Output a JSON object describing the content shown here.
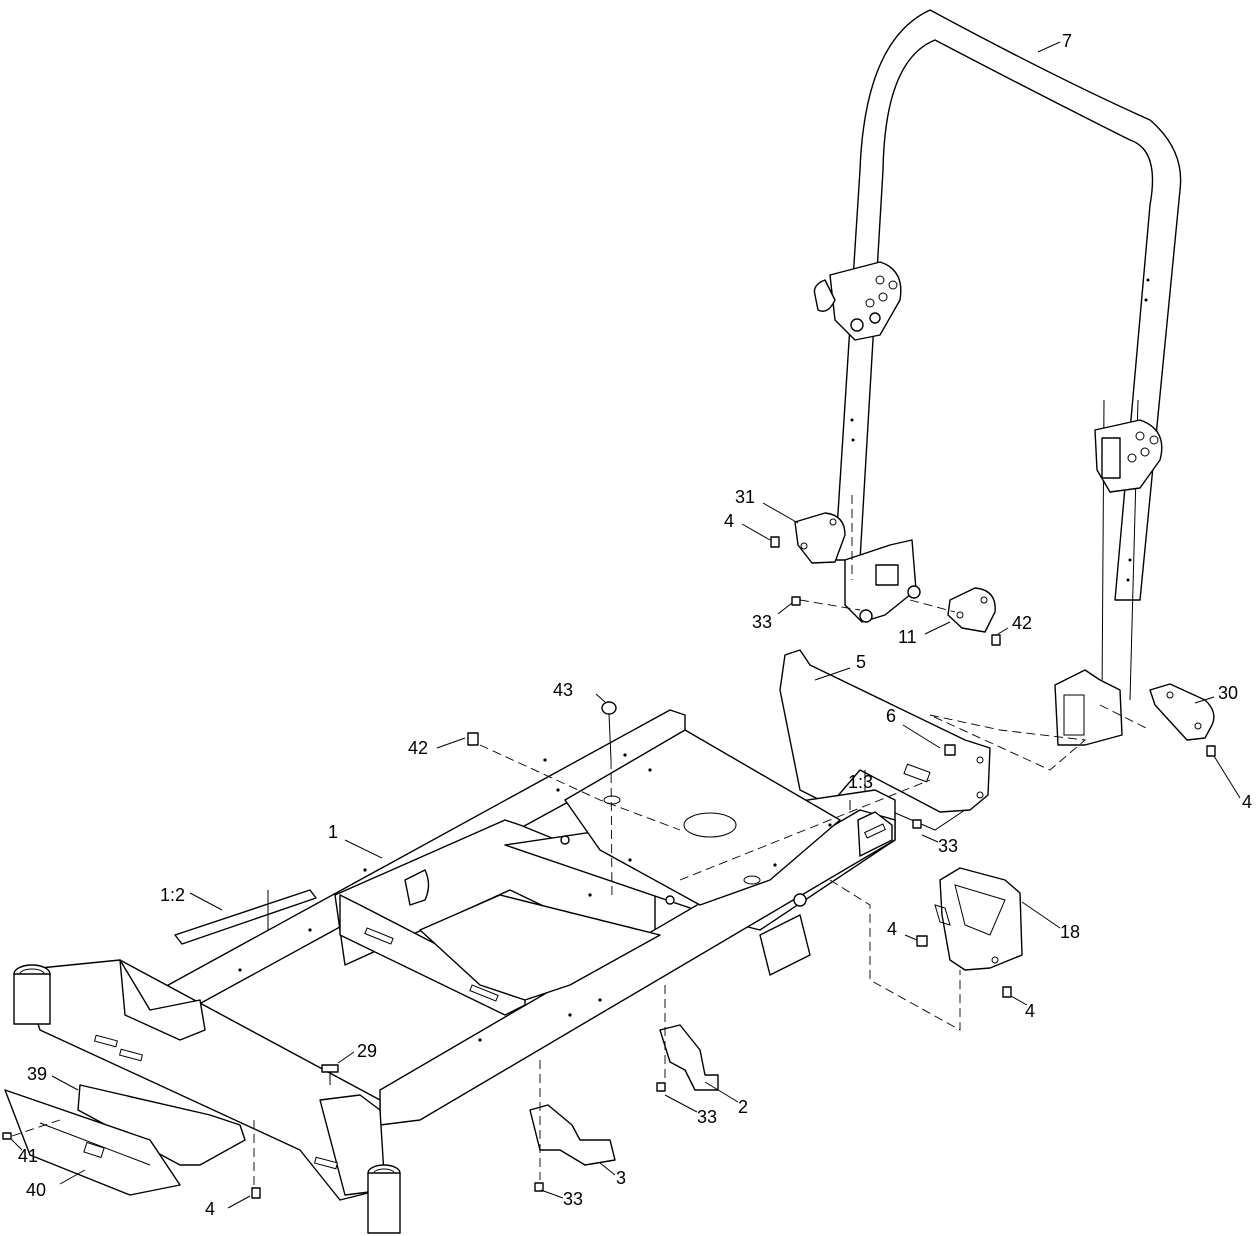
{
  "colors": {
    "line": "#000000",
    "background": "#ffffff"
  },
  "callouts": [
    {
      "id": "c7",
      "text": "7"
    },
    {
      "id": "c31",
      "text": "31"
    },
    {
      "id": "c4a",
      "text": "4"
    },
    {
      "id": "c33a",
      "text": "33"
    },
    {
      "id": "c11",
      "text": "11"
    },
    {
      "id": "c42a",
      "text": "42"
    },
    {
      "id": "c5",
      "text": "5"
    },
    {
      "id": "c6",
      "text": "6"
    },
    {
      "id": "c30",
      "text": "30"
    },
    {
      "id": "c4b",
      "text": "4"
    },
    {
      "id": "c43",
      "text": "43"
    },
    {
      "id": "c42b",
      "text": "42"
    },
    {
      "id": "c1",
      "text": "1"
    },
    {
      "id": "c13",
      "text": "1:3"
    },
    {
      "id": "c33b",
      "text": "33"
    },
    {
      "id": "c12",
      "text": "1:2"
    },
    {
      "id": "c18",
      "text": "18"
    },
    {
      "id": "c4c",
      "text": "4"
    },
    {
      "id": "c4d",
      "text": "4"
    },
    {
      "id": "c29",
      "text": "29"
    },
    {
      "id": "c39",
      "text": "39"
    },
    {
      "id": "c2",
      "text": "2"
    },
    {
      "id": "c33c",
      "text": "33"
    },
    {
      "id": "c41",
      "text": "41"
    },
    {
      "id": "c3",
      "text": "3"
    },
    {
      "id": "c40",
      "text": "40"
    },
    {
      "id": "c4e",
      "text": "4"
    },
    {
      "id": "c33d",
      "text": "33"
    }
  ]
}
